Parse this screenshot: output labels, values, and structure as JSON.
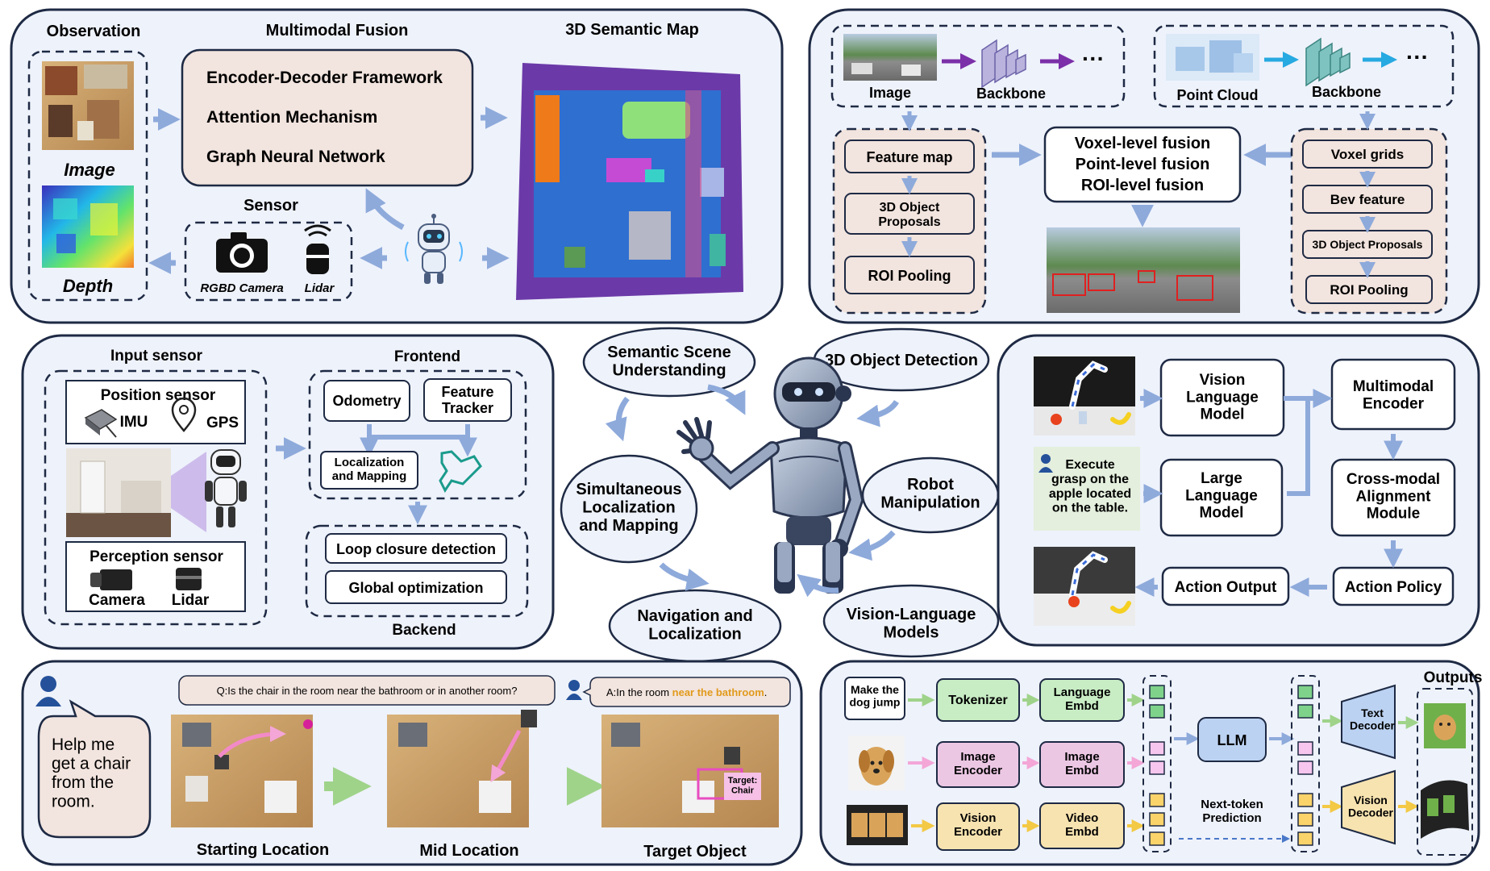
{
  "colors": {
    "panel_fill": "#eef2fb",
    "panel_stroke": "#1e2a44",
    "box_fill_peach": "#f2e4de",
    "box_fill_white": "#ffffff",
    "arrow_blue": "#8eaadb",
    "arrow_purple": "#7b2fa8",
    "arrow_cyan": "#27a9e1",
    "arrow_green": "#9fd38a",
    "arrow_pink": "#f4a6d7",
    "arrow_yellow": "#f3c945",
    "green_token": "#7fd28a",
    "pink_token": "#f7c6ee",
    "yellow_token": "#fbd36b",
    "green_box": "#c8ecc4",
    "pink_box": "#ecc7e4",
    "yellow_box": "#f7e3b0",
    "llm_box": "#bcd2f2",
    "instruction_bg": "#e4efdd",
    "highlight": "#e19a1c"
  },
  "panel_multimodal_fusion": {
    "observation_title": "Observation",
    "image_label": "Image",
    "depth_label": "Depth",
    "fusion_title": "Multimodal Fusion",
    "fusion_items": [
      "Encoder-Decoder Framework",
      "Attention Mechanism",
      "Graph Neural Network"
    ],
    "map_title": "3D Semantic Map",
    "sensor_title": "Sensor",
    "camera_label": "RGBD Camera",
    "lidar_label": "Lidar",
    "icons": [
      "camera-icon",
      "lidar-icon",
      "robot-icon"
    ]
  },
  "panel_object_detection": {
    "image_label": "Image",
    "backbone_label_a": "Backbone",
    "point_cloud_label": "Point Cloud",
    "backbone_label_b": "Backbone",
    "ellipsis": "···",
    "left_stack": [
      "Feature map",
      "3D Object\nProposals",
      "ROI Pooling"
    ],
    "fusion_lines": [
      "Voxel-level fusion",
      "Point-level fusion",
      "ROI-level fusion"
    ],
    "right_stack": [
      "Voxel grids",
      "Bev feature",
      "3D Object Proposals",
      "ROI Pooling"
    ]
  },
  "panel_slam": {
    "input_title": "Input sensor",
    "position_title": "Position sensor",
    "imu_label": "IMU",
    "gps_label": "GPS",
    "perception_title": "Perception sensor",
    "camera_label": "Camera",
    "lidar_label": "Lidar",
    "frontend_title": "Frontend",
    "odometry_label": "Odometry",
    "tracker_label": "Feature\nTracker",
    "loc_label": "Localization\nand Mapping",
    "loop_label": "Loop closure detection",
    "global_label": "Global optimization",
    "backend_title": "Backend",
    "icons": [
      "imu-icon",
      "gps-pin-icon",
      "camera-icon",
      "lidar-icon",
      "robot-icon"
    ]
  },
  "center_topics": {
    "semantic": "Semantic Scene\nUnderstanding",
    "detection": "3D Object Detection",
    "slam": "Simultaneous\nLocalization\nand Mapping",
    "manipulation": "Robot\nManipulation",
    "navigation": "Navigation and\nLocalization",
    "vlm": "Vision-Language\nModels"
  },
  "panel_manipulation": {
    "vlm_label": "Vision\nLanguage\nModel",
    "encoder_label": "Multimodal\nEncoder",
    "instruction": "Execute\ngrasp on the\napple located\non the table.",
    "llm_label": "Large\nLanguage\nModel",
    "alignment_label": "Cross-modal\nAlignment\nModule",
    "output_label": "Action Output",
    "policy_label": "Action Policy",
    "icons": [
      "person-icon",
      "robot-arm-icon"
    ]
  },
  "panel_navigation": {
    "request": "Help me\nget a chair\nfrom the\nroom.",
    "question": "Q:Is the chair in the room near the bathroom or in another room?",
    "answer_prefix": "A:In the room ",
    "answer_highlight": "near the bathroom",
    "answer_suffix": ".",
    "target_tag": "Target:\nChair",
    "captions": [
      "Starting Location",
      "Mid Location",
      "Target Object"
    ],
    "icons": [
      "person-icon",
      "robot-icon"
    ]
  },
  "panel_vlm": {
    "prompt_text": "Make the\ndog jump",
    "tokenizer": "Tokenizer",
    "lang_embd": "Language\nEmbd",
    "image_encoder": "Image\nEncoder",
    "image_embd": "Image\nEmbd",
    "vision_encoder": "Vision\nEncoder",
    "video_embd": "Video\nEmbd",
    "llm": "LLM",
    "next_token": "Next-token\nPrediction",
    "text_decoder": "Text\nDecoder",
    "vision_decoder": "Vision\nDecoder",
    "outputs_title": "Outputs",
    "icons": [
      "dog-icon",
      "film-strip-icon"
    ]
  }
}
